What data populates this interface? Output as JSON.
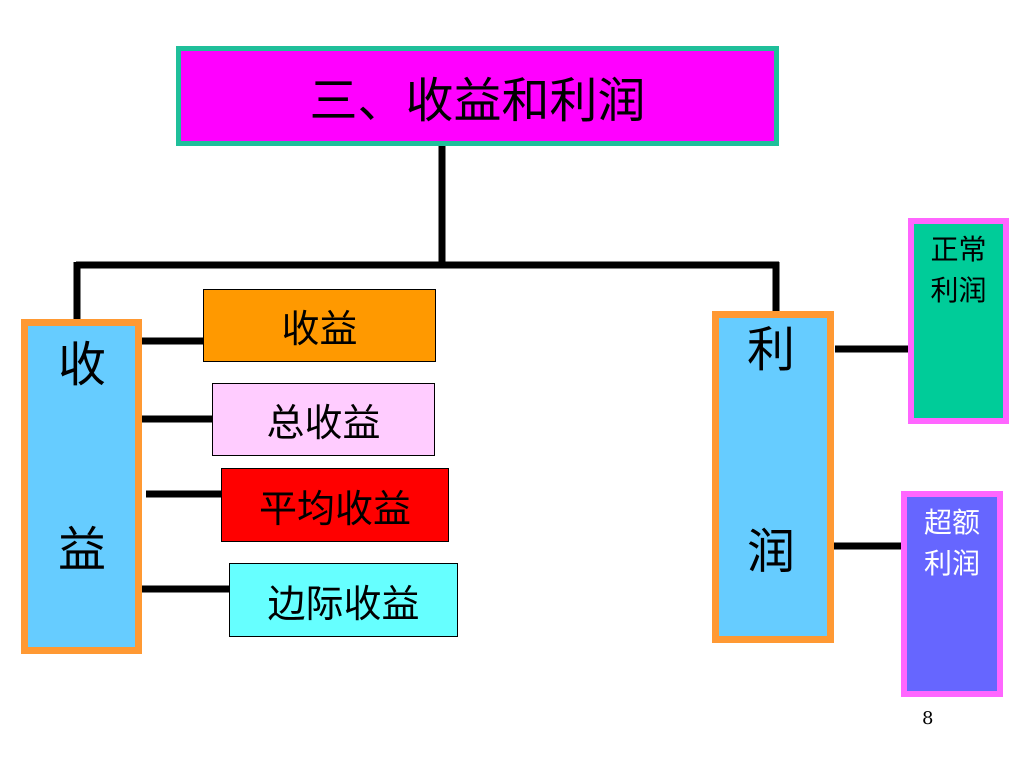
{
  "title": "三、收益和利润",
  "left_column": {
    "char_1": "收",
    "char_2": "益",
    "items": [
      "收益",
      "总收益",
      "平均收益",
      "边际收益"
    ]
  },
  "right_column": {
    "char_1": "利",
    "char_2": "润",
    "side_boxes": [
      {
        "line_1": "正常",
        "line_2": "利润"
      },
      {
        "line_1": "超额",
        "line_2": "利润"
      }
    ]
  },
  "page_number": "8",
  "colors": {
    "title_fill": "#ff00ff",
    "title_border": "#1fbf9a",
    "column_fill": "#66ccff",
    "column_border": "#ff9933",
    "item_1": "#ff9900",
    "item_2": "#ffccff",
    "item_3": "#ff0000",
    "item_4": "#66ffff",
    "side_1": "#00cc99",
    "side_2": "#6666ff",
    "side_border": "#ff66ff"
  }
}
